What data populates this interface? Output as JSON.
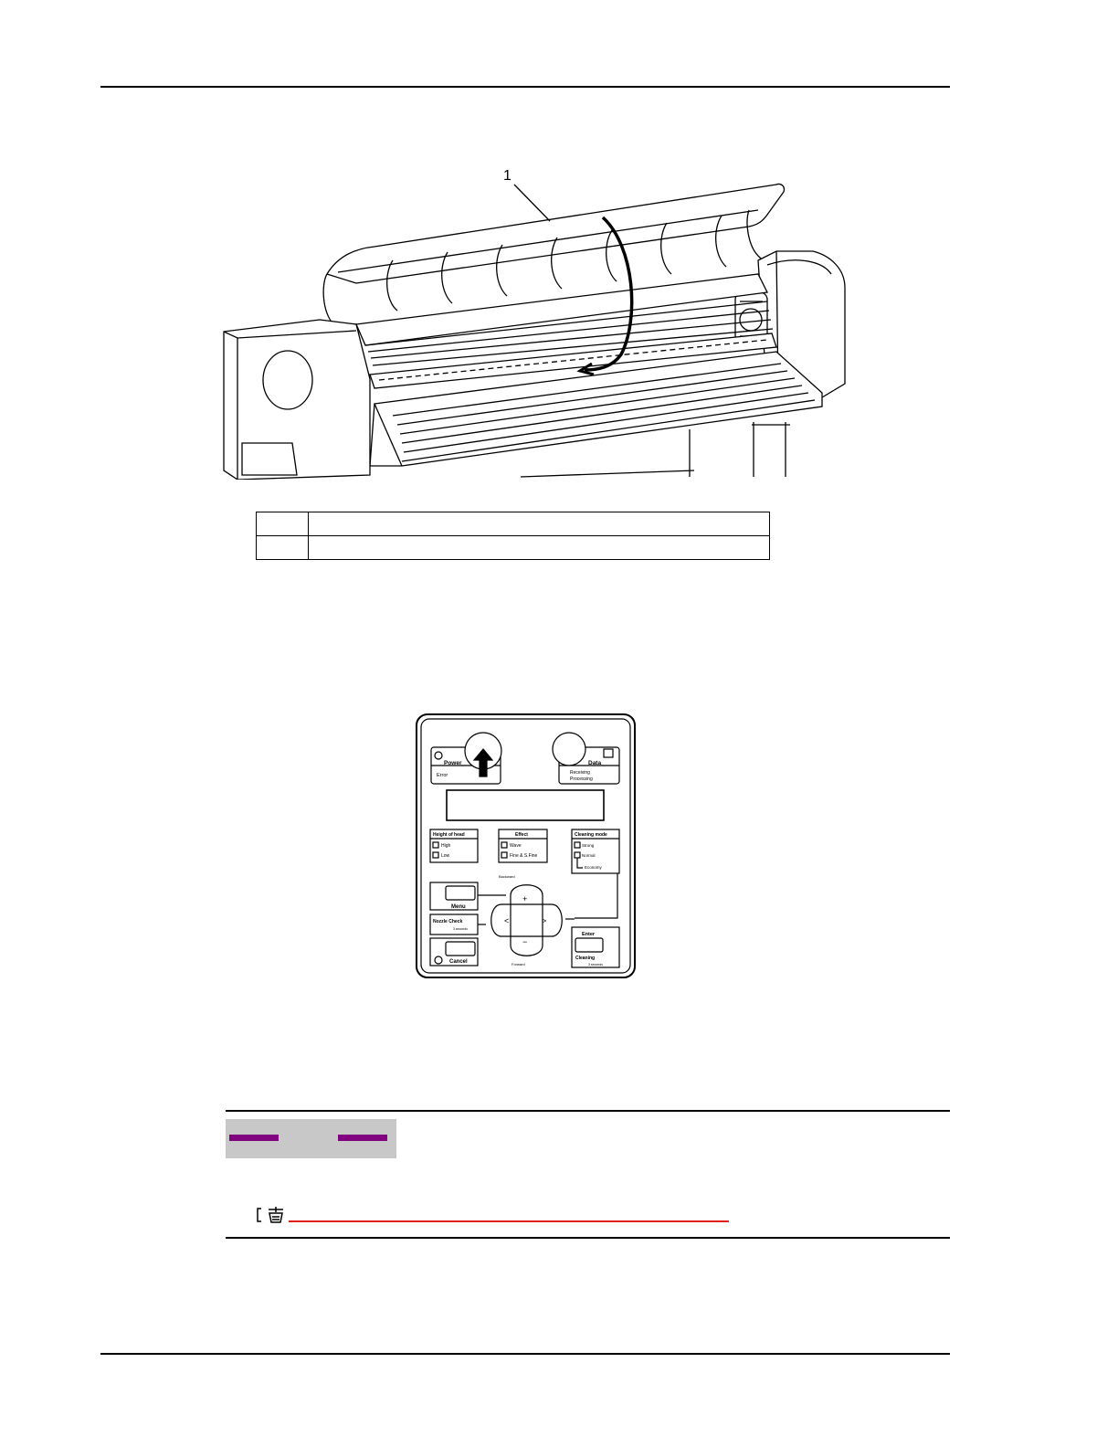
{
  "figure1": {
    "callout": "1"
  },
  "legend": {
    "rows": [
      {
        "num": "",
        "desc": ""
      },
      {
        "num": "",
        "desc": ""
      }
    ]
  },
  "control_panel": {
    "power_label": "Power",
    "error_label": "Error",
    "data_label": "Data",
    "receiving_label": "Receiving",
    "processing_label": "Processing",
    "height_title": "Height of head",
    "height_high": "High",
    "height_low": "Low",
    "effect_title": "Effect",
    "effect_wave": "Wave",
    "effect_fine": "Fine & S.Fine",
    "cleaning_title": "Cleaning mode",
    "cleaning_strong": "Strong",
    "cleaning_normal": "Normal",
    "cleaning_economy": "Economy",
    "backward_label": "Backward",
    "forward_label": "Forward",
    "menu_label": "Menu",
    "nozzle_label": "Nozzle Check",
    "nozzle_sub": "3 seconds",
    "cancel_label": "Cancel",
    "enter_label": "Enter",
    "cleaning_label": "Cleaning",
    "cleaning_sub": "3 seconds",
    "plus": "+",
    "minus": "−",
    "left": "<",
    "right": ">"
  },
  "colors": {
    "note_bar": "#800080",
    "note_header_bg": "#c8c8c8",
    "link_underline": "#e0201a"
  }
}
